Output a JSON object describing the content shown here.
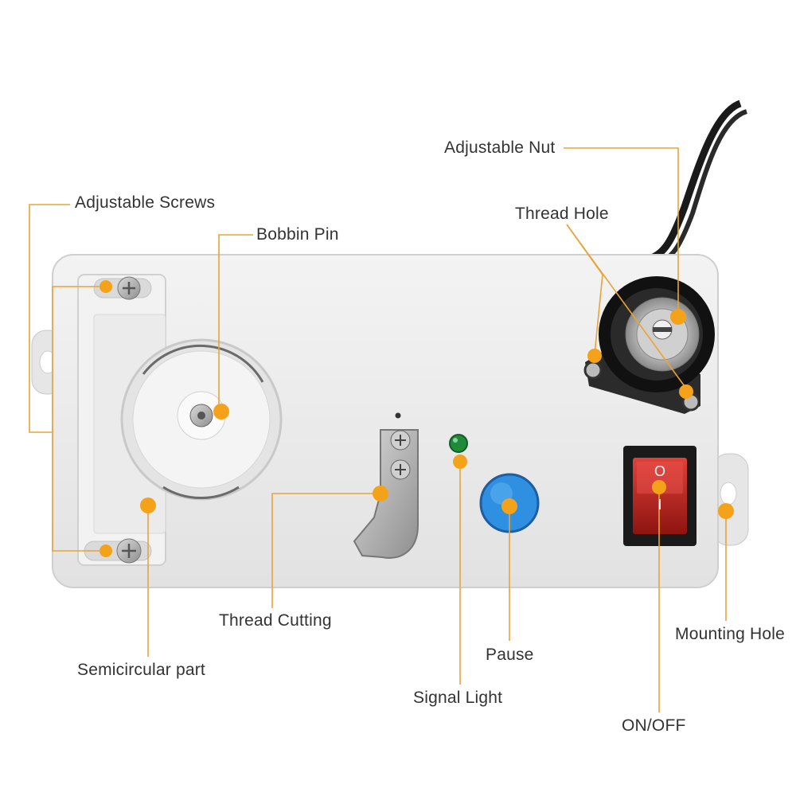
{
  "colors": {
    "accent": "#f5a21b",
    "leader_line": "#e8a33a",
    "housing": "#ededed",
    "switch_red": "#c8201c",
    "pause_blue": "#2f8fe0",
    "signal_green": "#1f8a3a"
  },
  "labels": {
    "adjustable_screws": "Adjustable Screws",
    "bobbin_pin": "Bobbin Pin",
    "adjustable_nut": "Adjustable Nut",
    "thread_hole": "Thread Hole",
    "thread_cutting": "Thread Cutting",
    "semicircular_part": "Semicircular part",
    "signal_light": "Signal Light",
    "pause": "Pause",
    "mounting_hole": "Mounting Hole",
    "on_off": "ON/OFF"
  },
  "switch_marks": {
    "off": "O",
    "on": "I"
  }
}
